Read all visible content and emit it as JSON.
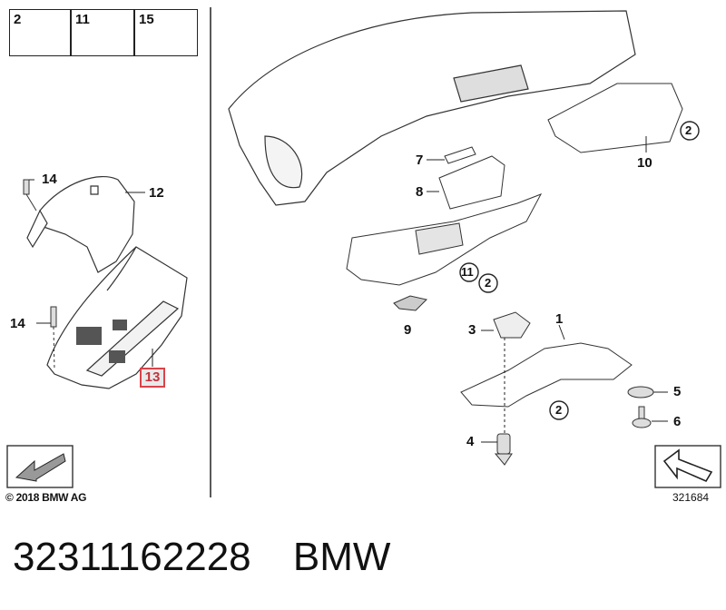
{
  "legend": {
    "items": [
      {
        "number": "2",
        "icon": "screw-icon"
      },
      {
        "number": "11",
        "icon": "clip-nut-icon"
      },
      {
        "number": "15",
        "icon": "adhesive-strip-icon"
      }
    ]
  },
  "callouts": {
    "left": {
      "c14a": "14",
      "c12": "12",
      "c14b": "14",
      "c13": "13"
    },
    "right": {
      "c7": "7",
      "c8": "8",
      "c10": "10",
      "c2a": "2",
      "c11": "11",
      "c2b": "2",
      "c9": "9",
      "c3": "3",
      "c1": "1",
      "c2c": "2",
      "c5": "5",
      "c6": "6",
      "c4": "4"
    }
  },
  "highlight_color": "#d9434a",
  "footer": {
    "copyright": "© 2018 BMW AG",
    "diagram_id": "321684"
  },
  "part_number": "32311162228",
  "brand": "BMW"
}
